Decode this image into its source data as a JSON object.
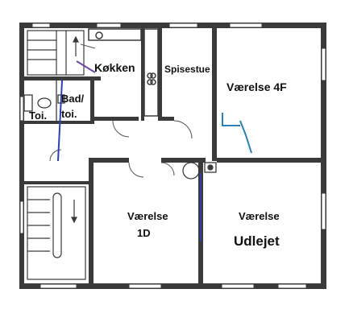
{
  "rooms": {
    "kitchen": {
      "label": "Køkken"
    },
    "dining": {
      "label": "Spisestue"
    },
    "room_4f": {
      "label": "Værelse 4F"
    },
    "bath": {
      "line1": "Bad/",
      "line2": "toi."
    },
    "toilet": {
      "label": "Toi."
    },
    "room_1d": {
      "line1": "Værelse",
      "line2": "1D"
    },
    "room_rented": {
      "line1": "Værelse",
      "line2": "Udlejet"
    }
  },
  "colors": {
    "wall": "#3a3a3a",
    "blue_line": "#2e3fb0",
    "cyan_line": "#2c7fb3",
    "purple_line": "#6a4aa6"
  }
}
